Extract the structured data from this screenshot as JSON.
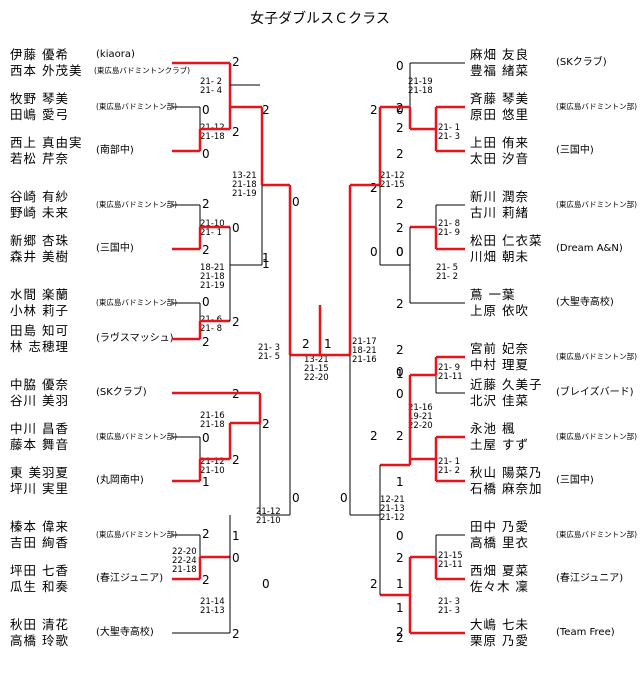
{
  "title": "女子ダブルスＣクラス",
  "left_pairs": [
    {
      "p1": "伊藤 優希",
      "p2": "西本 外茂美",
      "club": "(kiaora)",
      "club2": "(東広島バドミントンクラブ)"
    },
    {
      "p1": "牧野 琴美",
      "p2": "田嶋 愛弓",
      "club": "(東広島バドミントン部)"
    },
    {
      "p1": "西上 真由実",
      "p2": "若松 芹奈",
      "club": "(南部中)"
    },
    {
      "p1": "谷崎 有紗",
      "p2": "野崎 未来",
      "club": "(東広島バドミントン部)"
    },
    {
      "p1": "新郷 杏珠",
      "p2": "森井 美樹",
      "club": "(三国中)"
    },
    {
      "p1": "水間 楽蘭",
      "p2": "小林 莉子",
      "club": "(東広島バドミントン部)"
    },
    {
      "p1": "田島 知可",
      "p2": "林 志穂理",
      "club": "(ラヴスマッシュ)"
    },
    {
      "p1": "中脇 優奈",
      "p2": "谷川 美羽",
      "club": "(SKクラブ)"
    },
    {
      "p1": "中川 昌香",
      "p2": "藤本 舞音",
      "club": "(東広島バドミントン部)"
    },
    {
      "p1": "東 美羽夏",
      "p2": "坪川 実里",
      "club": "(丸岡南中)"
    },
    {
      "p1": "榛本 偉来",
      "p2": "吉田 絢香",
      "club": "(東広島バドミントン部)"
    },
    {
      "p1": "坪田 七香",
      "p2": "瓜生 和奏",
      "club": "(春江ジュニア)"
    },
    {
      "p1": "秋田 清花",
      "p2": "高橋 玲歌",
      "club": "(大聖寺高校)"
    }
  ],
  "right_pairs": [
    {
      "p1": "麻畑 友良",
      "p2": "豊福 緒菜",
      "club": "(SKクラブ)"
    },
    {
      "p1": "斉藤 琴美",
      "p2": "原田 悠里",
      "club": "(東広島バドミントン部)"
    },
    {
      "p1": "上田 侑来",
      "p2": "太田 汐音",
      "club": "(三国中)"
    },
    {
      "p1": "新川 潤奈",
      "p2": "古川 莉緒",
      "club": "(東広島バドミントン部)"
    },
    {
      "p1": "松田 仁衣菜",
      "p2": "川畑 朝未",
      "club": "(Dream A&N)"
    },
    {
      "p1": "蔦 一葉",
      "p2": "上原 依吹",
      "club": "(大聖寺高校)"
    },
    {
      "p1": "宮前 妃奈",
      "p2": "中村 理夏",
      "club": "(東広島バドミントン部)"
    },
    {
      "p1": "近藤 久美子",
      "p2": "北沢 佳菜",
      "club": "(ブレイズバード)"
    },
    {
      "p1": "永池 楓",
      "p2": "土屋 すず",
      "club": "(東広島バドミントン部)"
    },
    {
      "p1": "秋山 陽菜乃",
      "p2": "石橋 麻奈加",
      "club": "(三国中)"
    },
    {
      "p1": "田中 乃愛",
      "p2": "高橋 里衣",
      "club": "(東広島バドミントン部)"
    },
    {
      "p1": "西畑 夏菜",
      "p2": "佐々木 凜",
      "club": "(春江ジュニア)"
    },
    {
      "p1": "大嶋 七未",
      "p2": "栗原 乃愛",
      "club": "(Team Free)"
    }
  ],
  "scores": [
    "2",
    "0",
    "2",
    "0",
    "2",
    "2",
    "0",
    "2",
    "1",
    "0",
    "2",
    "2",
    "0",
    "2",
    "2",
    "0",
    "2",
    "1",
    "0",
    "2",
    "0",
    "2",
    "2",
    "0",
    "2",
    "1",
    "0",
    "1",
    "1",
    "2",
    "2",
    "0",
    "0",
    "2",
    "2",
    "2",
    "0",
    "2",
    "2",
    "0",
    "2",
    "1",
    "0",
    "2",
    "0",
    "2",
    "2",
    "1",
    "2",
    "0",
    "2",
    "0",
    "2",
    "1",
    "1",
    "2",
    "2"
  ],
  "game_scores": [
    "21- 2\n21- 4",
    "21-12\n21-18",
    "13-21\n21-18\n21-19",
    "21-10\n21- 1",
    "18-21\n21-18\n21-19",
    "21- 6\n21- 8",
    "21- 3\n21- 5",
    "21-16\n21-18",
    "21-12\n21-10",
    "21-12\n21-10",
    "22-20\n22-24\n21-18",
    "21-14\n21-13",
    "13-21\n21-15\n22-20",
    "21-17\n18-21\n21-16",
    "21-19\n21-18",
    "21- 1\n21- 3",
    "21-12\n21-15",
    "21- 8\n21- 9",
    "21- 5\n21- 2",
    "21- 9\n21-11",
    "21-16\n19-21\n22-20",
    "21- 1\n21- 2",
    "12-21\n21-13\n21-12",
    "21-15\n21-11",
    "21- 3\n21- 3"
  ]
}
